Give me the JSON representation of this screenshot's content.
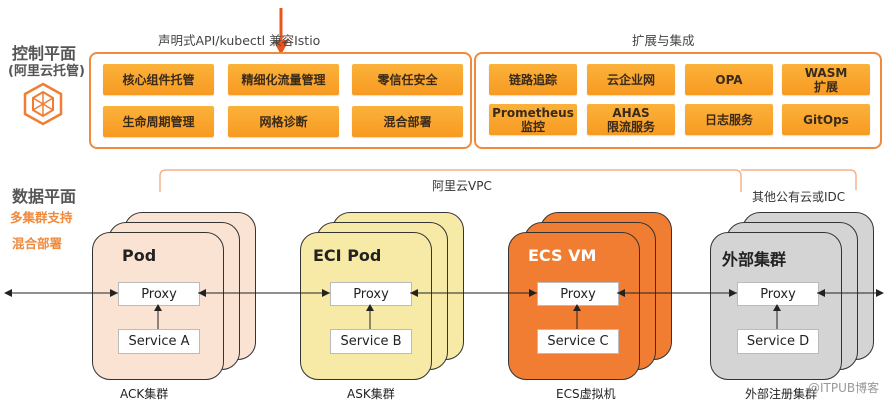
{
  "control_plane": {
    "title_line1": "控制平面",
    "title_line2": "(阿里云托管)",
    "header_left": "声明式API/kubectl 兼容Istio",
    "header_right": "扩展与集成",
    "left_chips": [
      "核心组件托管",
      "精细化流量管理",
      "零信任安全",
      "生命周期管理",
      "网格诊断",
      "混合部署"
    ],
    "right_chips": [
      "链路追踪",
      "云企业网",
      "OPA",
      "WASM\n扩展",
      "Prometheus\n监控",
      "AHAS\n限流服务",
      "日志服务",
      "GitOps"
    ]
  },
  "data_plane": {
    "title": "数据平面",
    "sub1": "多集群支持",
    "sub2": "混合部署",
    "vpc_label": "阿里云VPC",
    "other_label": "其他公有云或IDC",
    "clusters": [
      {
        "title": "Pod",
        "proxy": "Proxy",
        "service": "Service A",
        "caption": "ACK集群",
        "color": "#fbe3d3",
        "stroke": "#333"
      },
      {
        "title": "ECI Pod",
        "proxy": "Proxy",
        "service": "Service B",
        "caption": "ASK集群",
        "color": "#f7e9a6",
        "stroke": "#333"
      },
      {
        "title": "ECS VM",
        "proxy": "Proxy",
        "service": "Service C",
        "caption": "ECS虚拟机",
        "color": "#f07d32",
        "stroke": "#333"
      },
      {
        "title": "外部集群",
        "proxy": "Proxy",
        "service": "Service D",
        "caption": "外部注册集群",
        "color": "#d4d4d4",
        "stroke": "#333"
      }
    ]
  },
  "watermark": "@ITPUB博客",
  "colors": {
    "accent": "#f08a3c",
    "chip": "#f79a22",
    "arrow": "#e8561c"
  }
}
